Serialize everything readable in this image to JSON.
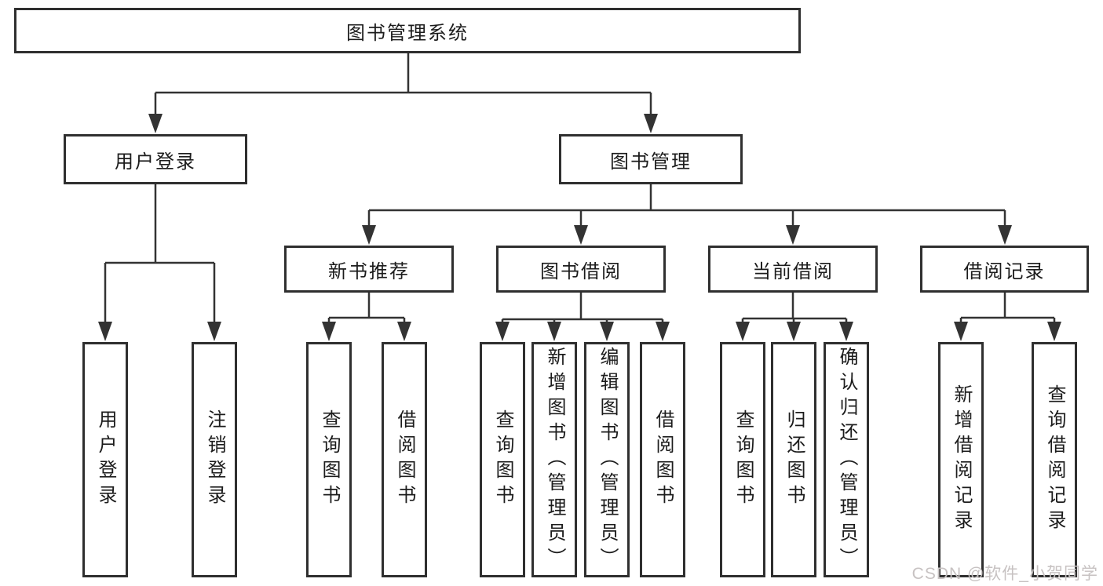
{
  "title": "图书管理系统",
  "level1": [
    {
      "label": "用户登录"
    },
    {
      "label": "图书管理"
    }
  ],
  "level2": [
    {
      "label": "新书推荐"
    },
    {
      "label": "图书借阅"
    },
    {
      "label": "当前借阅"
    },
    {
      "label": "借阅记录"
    }
  ],
  "leaves": [
    {
      "label": "用户登录"
    },
    {
      "label": "注销登录"
    },
    {
      "label": "查询图书"
    },
    {
      "label": "借阅图书"
    },
    {
      "label": "查询图书"
    },
    {
      "label": "新增图书（管理员）"
    },
    {
      "label": "编辑图书（管理员）"
    },
    {
      "label": "借阅图书"
    },
    {
      "label": "查询图书"
    },
    {
      "label": "归还图书"
    },
    {
      "label": "确认归还（管理员）"
    },
    {
      "label": "新增借阅记录"
    },
    {
      "label": "查询借阅记录"
    }
  ],
  "watermark": "CSDN @软件_小贺同学",
  "colors": {
    "line": "#333333",
    "border": "#2f2f2f",
    "text": "#1c1c1c",
    "watermark": "#c7c2c2"
  }
}
